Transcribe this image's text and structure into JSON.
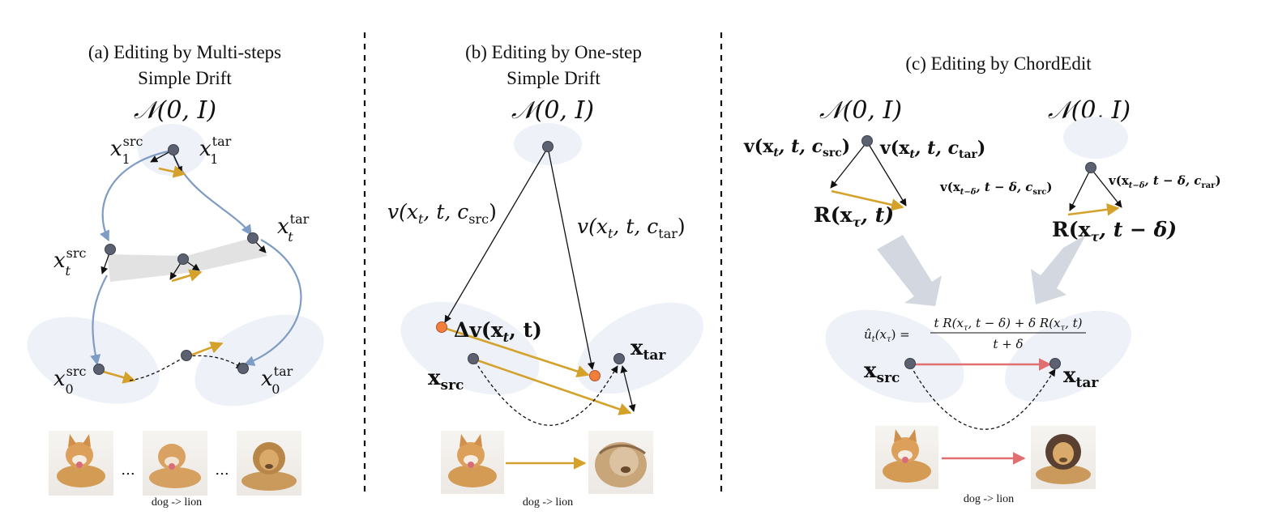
{
  "panels": [
    {
      "title_line1": "(a) Editing by Multi-steps",
      "title_line2": "Simple Drift",
      "noise_label": "𝒩(0, I)",
      "caption": "dog -> lion",
      "ellipsis": [
        "...",
        "..."
      ],
      "labels": {
        "x1_src": "x",
        "x1_src_sub": "1",
        "x1_src_sup": "src",
        "x1_tar": "x",
        "x1_tar_sub": "1",
        "x1_tar_sup": "tar",
        "xt_src": "x",
        "xt_src_sub": "t",
        "xt_src_sup": "src",
        "xt_tar": "x",
        "xt_tar_sub": "t",
        "xt_tar_sup": "tar",
        "x0_src": "x",
        "x0_src_sub": "0",
        "x0_src_sup": "src",
        "x0_tar": "x",
        "x0_tar_sub": "0",
        "x0_tar_sup": "tar"
      }
    },
    {
      "title_line1": "(b) Editing by One-step",
      "title_line2": "Simple Drift",
      "noise_label": "𝒩(0, I)",
      "caption": "dog -> lion",
      "labels": {
        "v_src": "v(x",
        "v_src_rest": ", t, c",
        "v_src_sub": "src",
        "v_tar": "v(x",
        "v_tar_rest": ", t, c",
        "v_tar_sub": "tar",
        "delta_v": "Δv(x",
        "delta_v_rest": ", t)",
        "x_src": "x",
        "x_src_sub": "src",
        "x_tar": "x",
        "x_tar_sub": "tar"
      }
    },
    {
      "title_line1": "(c) Editing by ChordEdit",
      "noise_label_left": "𝒩(0, I)",
      "noise_label_right": "𝒩(0, I)",
      "caption": "dog -> lion",
      "labels": {
        "v_src": "v(x",
        "v_src_rest": ", t, c",
        "v_src_sub": "src",
        "v_tar": "v(x",
        "v_tar_rest": ", t, c",
        "v_tar_sub": "tar",
        "v_src2": "v(x",
        "v_src2_sub1": "t−δ",
        "v_src2_rest": ", t − δ, c",
        "v_src2_sub2": "src",
        "v_tar2": "v(x",
        "v_tar2_sub1": "t−δ",
        "v_tar2_rest": ", t − δ, c",
        "v_tar2_sub2": "rar",
        "R_left": "R(x",
        "R_left_sub": "τ",
        "R_left_rest": ", t)",
        "R_right": "R(x",
        "R_right_sub": "τ",
        "R_right_rest": ", t − δ)",
        "formula_lhs": "û",
        "formula_lhs_sub": "t",
        "formula_lhs_rest": "(x",
        "formula_lhs_sub2": "τ",
        "formula_lhs_end": ") =",
        "formula_num": "t R(x",
        "formula_num_sub": "τ",
        "formula_num_rest": ", t − δ) + δ R(x",
        "formula_num_sub2": "τ",
        "formula_num_end": ", t)",
        "formula_den": "t + δ",
        "x_src": "x",
        "x_src_sub": "src",
        "x_tar": "x",
        "x_tar_sub": "tar"
      }
    }
  ],
  "colors": {
    "node": "#5b6170",
    "node_orange": "#f07f3c",
    "gold": "#d4a12a",
    "blue_curve": "#7e9cc4",
    "red": "#e07070",
    "blob": "#eef1f8",
    "band": "#e2e2e2",
    "big_arrow": "#d3d8e0"
  }
}
